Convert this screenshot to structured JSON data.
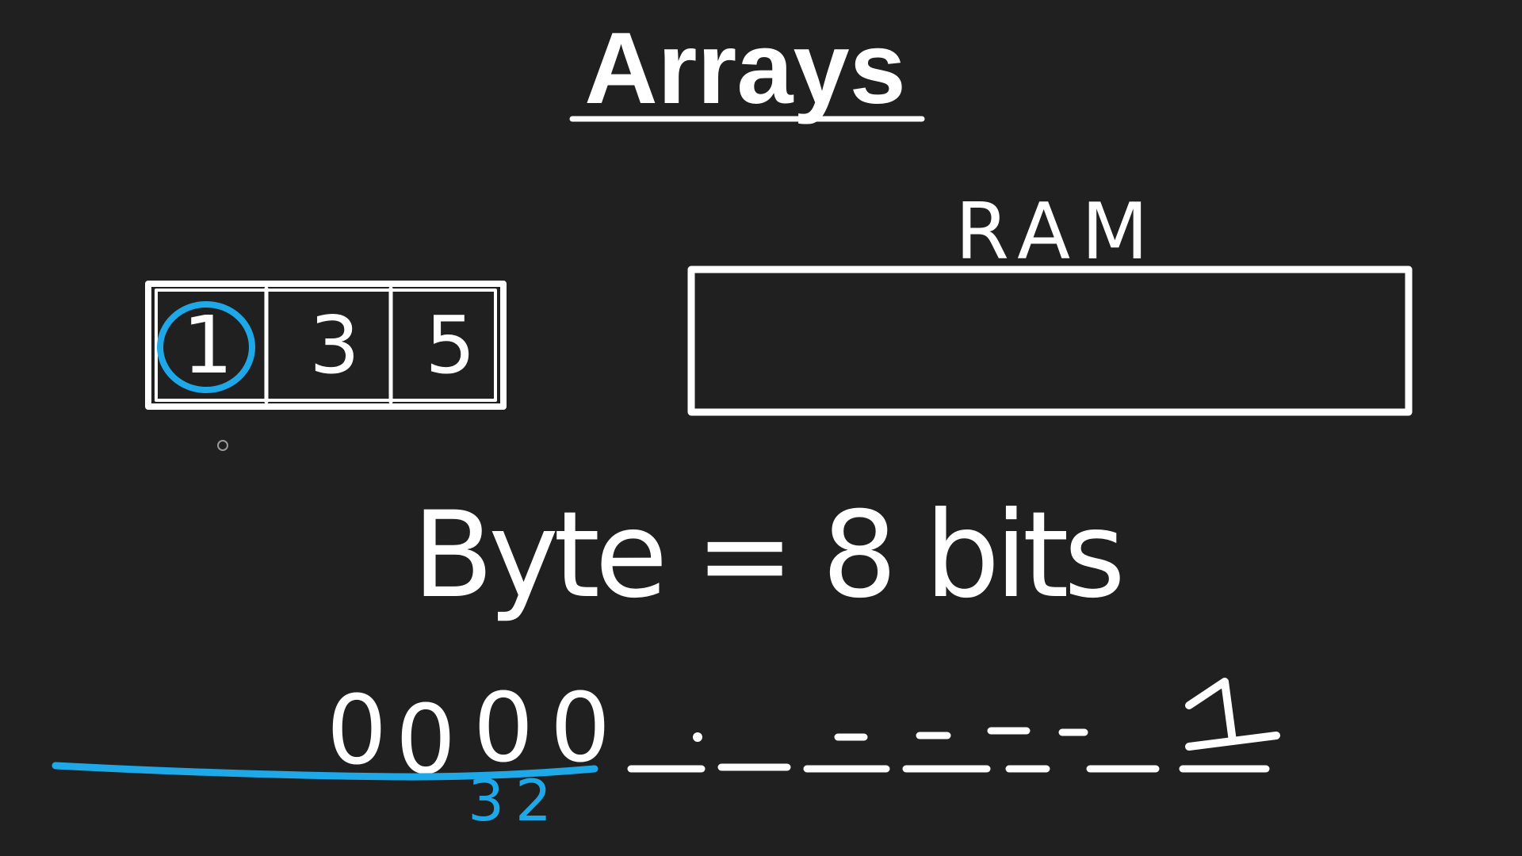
{
  "slide": {
    "title": "Arrays",
    "ram_label": "RAM",
    "array_cells": [
      "1",
      "3",
      "5"
    ],
    "highlighted_cell_index": 0,
    "equation": "Byte = 8 bits",
    "bit_row": {
      "leading_bits": [
        "0",
        "0",
        "0",
        "0"
      ],
      "trailing_bit": "1",
      "blue_annotation": "32"
    },
    "colors": {
      "background": "#202020",
      "ink": "#ffffff",
      "highlight": "#1ea8e8"
    }
  }
}
